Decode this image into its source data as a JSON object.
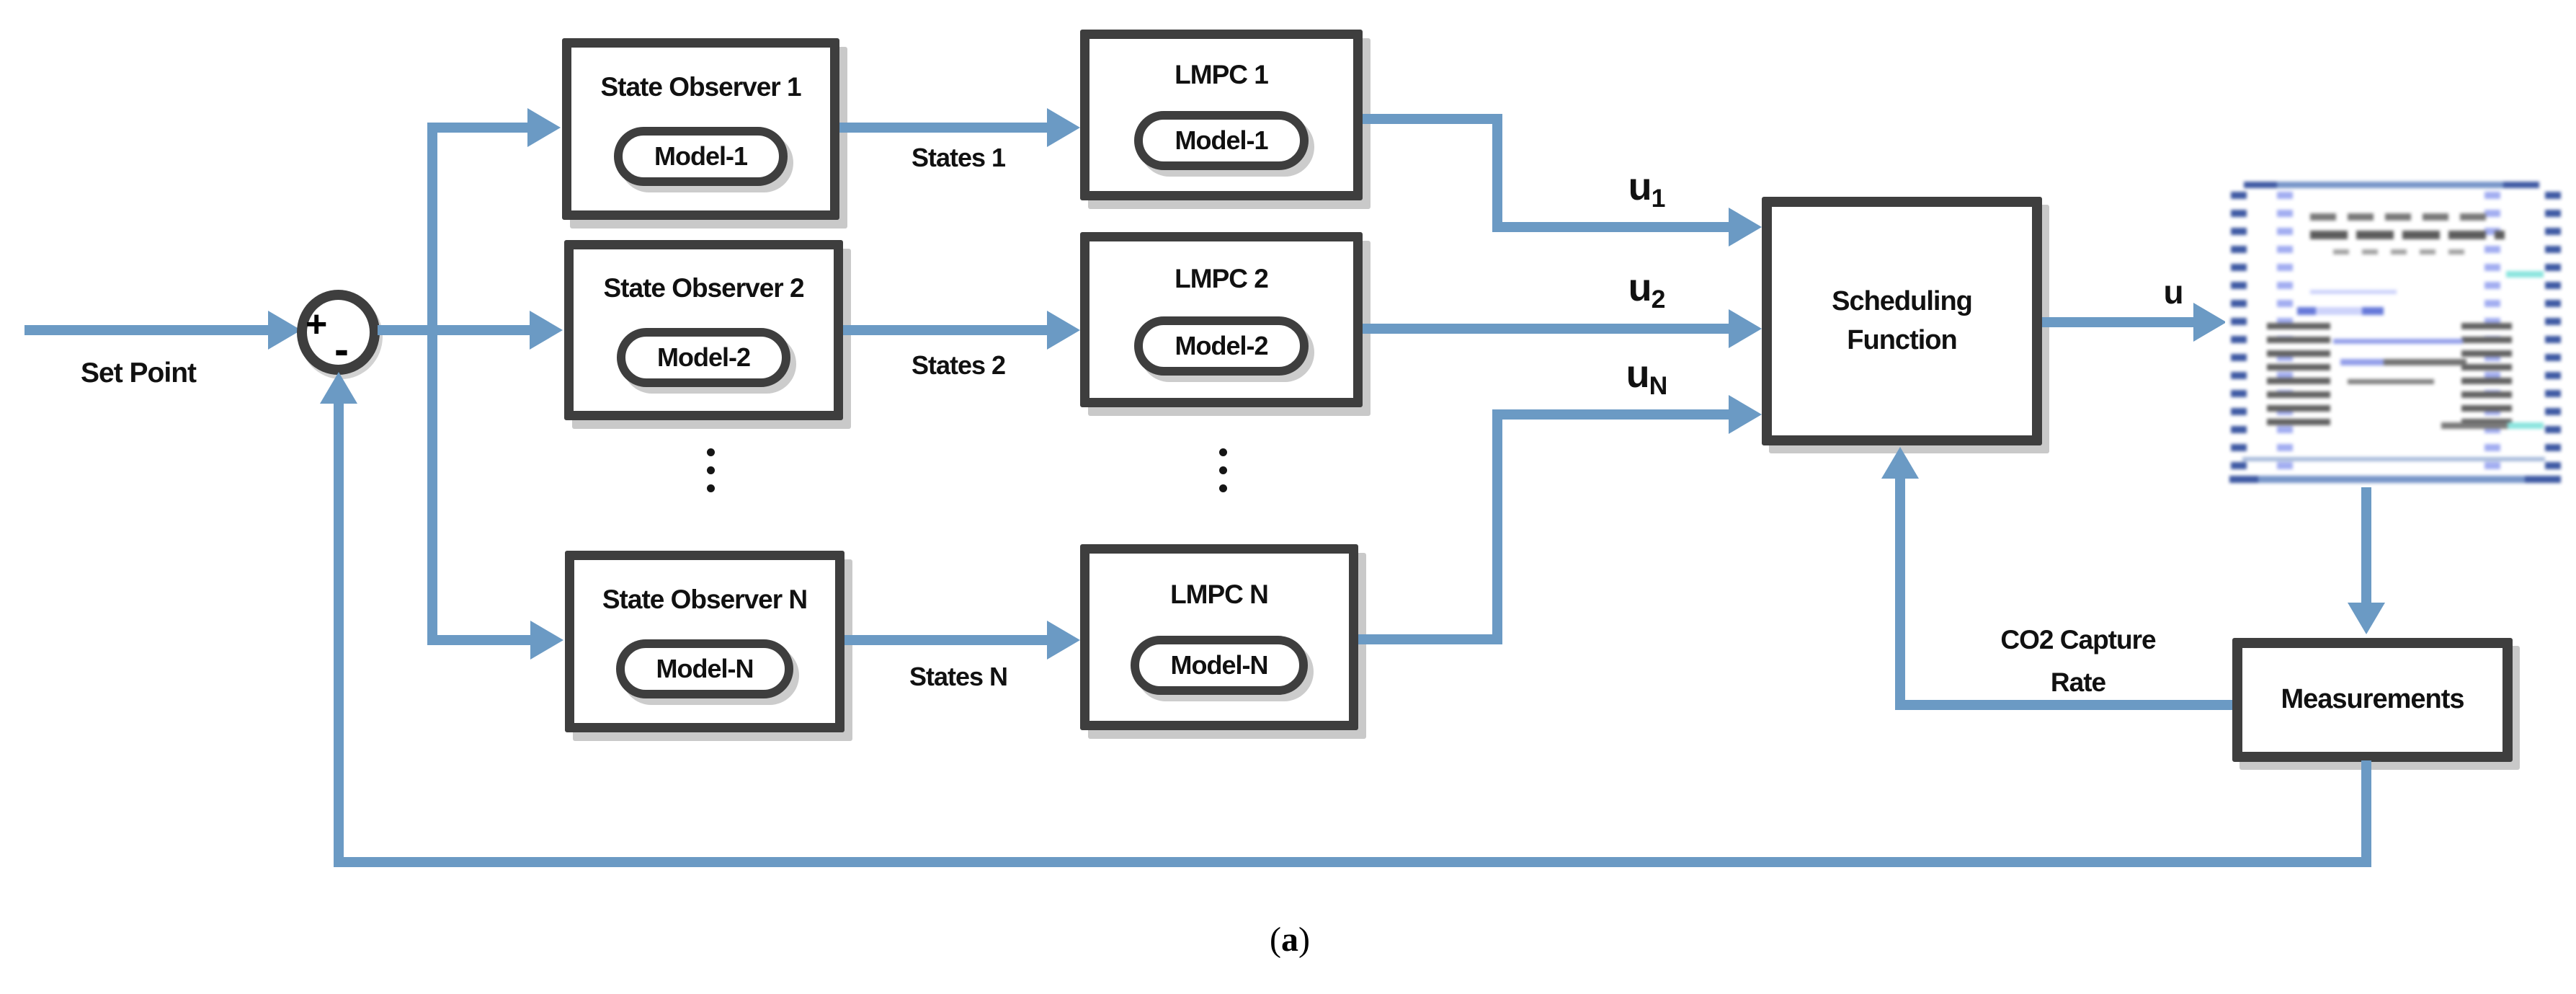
{
  "labels": {
    "set_point": "Set Point",
    "plus": "+",
    "minus": "-",
    "states_1": "States 1",
    "states_2": "States 2",
    "states_n": "States N",
    "u1_base": "u",
    "u1_sub": "1",
    "u2_base": "u",
    "u2_sub": "2",
    "un_base": "u",
    "un_sub": "N",
    "u_out": "u",
    "co2_capture_rate": "CO2 Capture\nRate"
  },
  "blocks": {
    "observer1": {
      "title": "State Observer 1",
      "model": "Model-1"
    },
    "observer2": {
      "title": "State Observer 2",
      "model": "Model-2"
    },
    "observerN": {
      "title": "State Observer N",
      "model": "Model-N"
    },
    "lmpc1": {
      "title": "LMPC 1",
      "model": "Model-1"
    },
    "lmpc2": {
      "title": "LMPC 2",
      "model": "Model-2"
    },
    "lmpcN": {
      "title": "LMPC N",
      "model": "Model-N"
    },
    "scheduling": {
      "line1": "Scheduling",
      "line2": "Function"
    },
    "measurements": {
      "title": "Measurements"
    }
  },
  "caption": {
    "open": "(",
    "letter": "a",
    "close": ")"
  },
  "colors": {
    "line_blue": "#6b9ac4",
    "border_dark": "#3e3e3e",
    "shadow_gray": "#c9c9c9",
    "plant_navy": "#2e4b9b",
    "plant_periwinkle": "#9aa6f0",
    "plant_steel_blue": "#6b8cc4",
    "plant_teal": "#82e3dc",
    "plant_gray": "#5a5a5a"
  }
}
